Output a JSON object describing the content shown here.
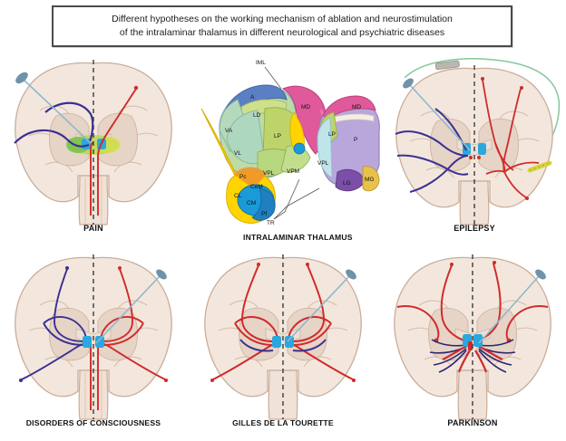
{
  "figure": {
    "title_line1": "Different hypotheses on the working mechanism of ablation and neurostimulation",
    "title_line2": "of the intralaminar thalamus in different neurological and psychiatric diseases"
  },
  "panels": [
    {
      "id": "pain",
      "caption": "PAIN"
    },
    {
      "id": "thalamus",
      "caption": "INTRALAMINAR THALAMUS"
    },
    {
      "id": "epilepsy",
      "caption": "EPILEPSY"
    },
    {
      "id": "doc",
      "caption": "DISORDERS OF CONSCIOUSNESS"
    },
    {
      "id": "tourette",
      "caption": "GILLES DE LA TOURETTE"
    },
    {
      "id": "parkinson",
      "caption": "PARKINSON"
    }
  ],
  "thalamus_labels": {
    "iml": "IML",
    "a": "A",
    "md": "MD",
    "ld": "LD",
    "va": "VA",
    "lp": "LP",
    "vl": "VL",
    "vpl": "VPL",
    "vpm": "VPM",
    "tr": "TR",
    "pc": "Pc",
    "cem": "CeM",
    "cl": "CL",
    "cm": "CM",
    "pf": "Pf",
    "md2": "MD",
    "p": "P",
    "lp2": "LP",
    "vpl2": "VPL",
    "lg": "LG",
    "mg": "MG"
  },
  "colors": {
    "brain_cortex": "#f3e7dd",
    "brain_outline": "#c9ad9a",
    "brain_inner": "#e2cfc2",
    "midline": "#3b3b3b",
    "tract_red": "#d12b2b",
    "tract_blue": "#3b3192",
    "nucleus_blue": "#29a8df",
    "electrode": "#8fb8cc",
    "electrode_head": "#6f93a8",
    "vns_green": "#86c79b",
    "device_grey": "#b8b8ae",
    "yellow_lead": "#e8d84a",
    "nucleus_a": "#5b7fc4",
    "nucleus_md": "#e0599a",
    "nucleus_ld": "#cfe08a",
    "nucleus_va": "#b9dca8",
    "nucleus_vl": "#a9d6b8",
    "nucleus_lp": "#bcd46a",
    "nucleus_vpl": "#b8d87f",
    "nucleus_vpm": "#c3dd8e",
    "nucleus_p": "#b9a7dc",
    "nucleus_lg": "#7b4fa8",
    "nucleus_mg": "#e8c24a",
    "lamina_yellow": "#ffd400",
    "cm_blue": "#1a9ad6",
    "pf_blue": "#1f7fc0",
    "reticular": "#bfe4ea"
  }
}
